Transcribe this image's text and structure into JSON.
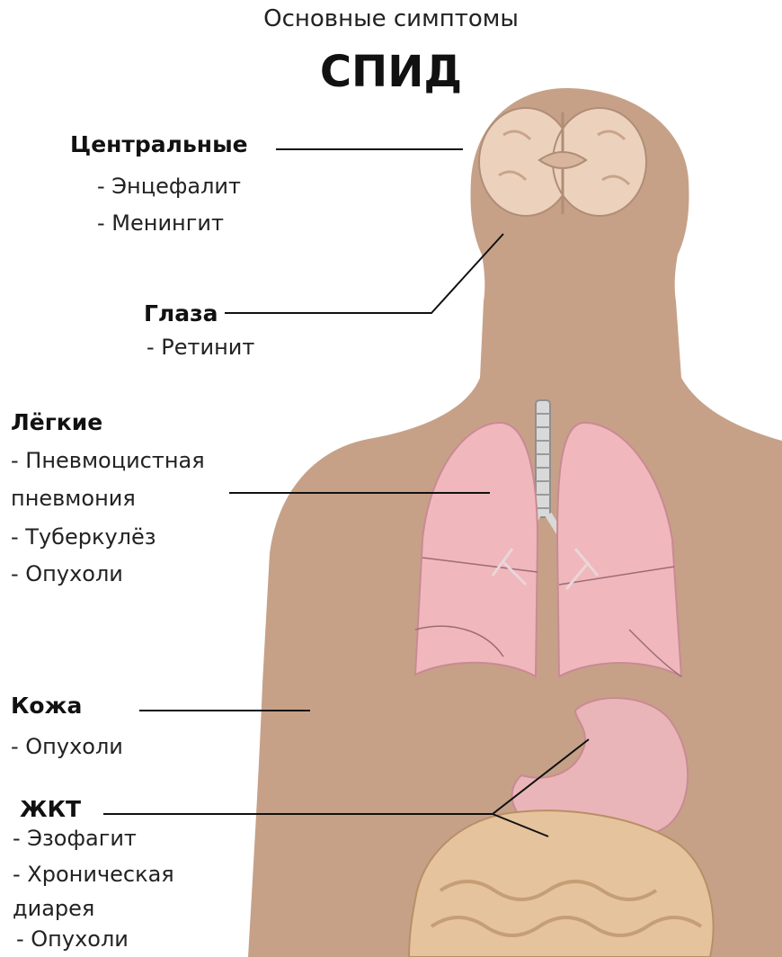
{
  "subtitle": "Основные симптомы",
  "title": "СПИД",
  "colors": {
    "skin": "#c6a188",
    "brain": "#ecd2bd",
    "lung": "#f0b7bd",
    "lung_dark": "#c98a93",
    "stomach": "#eab5b8",
    "intestine": "#e5c39d",
    "trachea": "#d9d9d9",
    "leader_line": "#111111"
  },
  "groups": {
    "central": {
      "heading": "Центральные",
      "items": [
        "- Энцефалит",
        "- Менингит"
      ]
    },
    "eyes": {
      "heading": "Глаза",
      "items": [
        "- Ретинит"
      ]
    },
    "lungs": {
      "heading": "Лёгкие",
      "items": [
        "- Пневмоцистная",
        "пневмония",
        "- Туберкулёз",
        "- Опухоли"
      ]
    },
    "skin": {
      "heading": "Кожа",
      "items": [
        "- Опухоли"
      ]
    },
    "gi": {
      "heading": "ЖКТ",
      "items": [
        "- Эзофагит",
        "- Хроническая",
        "диарея",
        "- Опухоли"
      ]
    }
  }
}
